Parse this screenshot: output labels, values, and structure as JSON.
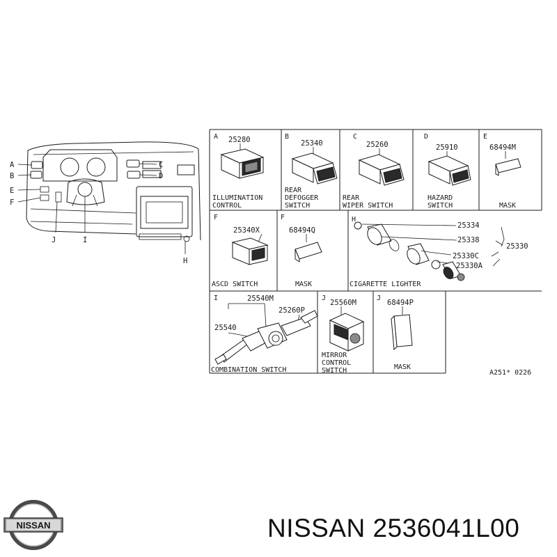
{
  "overview": {
    "callouts": [
      "A",
      "B",
      "C",
      "D",
      "E",
      "F",
      "J",
      "I",
      "H"
    ]
  },
  "cells": {
    "a": {
      "letter": "A",
      "part": "25280",
      "name_l1": "ILLUMINATION",
      "name_l2": "CONTROL"
    },
    "b": {
      "letter": "B",
      "part": "25340",
      "name_l1": "REAR",
      "name_l2": "DEFOGGER",
      "name_l3": "SWITCH"
    },
    "c": {
      "letter": "C",
      "part": "25260",
      "name_l1": "REAR",
      "name_l2": "WIPER SWITCH"
    },
    "d": {
      "letter": "D",
      "part": "25910",
      "name_l1": "HAZARD",
      "name_l2": "SWITCH"
    },
    "e": {
      "letter": "E",
      "part": "68494M",
      "name_l1": "MASK"
    },
    "f1": {
      "letter": "F",
      "part": "25340X",
      "name_l1": "ASCD SWITCH"
    },
    "f2": {
      "letter": "F",
      "part": "68494Q",
      "name_l1": "MASK"
    },
    "h": {
      "letter": "H",
      "parts": [
        "25334",
        "25338",
        "25330",
        "25330C",
        "25330A"
      ],
      "name_l1": "CIGARETTE LIGHTER"
    },
    "i": {
      "letter": "I",
      "parts": [
        "25540M",
        "25260P",
        "25540"
      ],
      "name_l1": "COMBINATION SWITCH"
    },
    "j1": {
      "letter": "J",
      "part": "25560M",
      "name_l1": "MIRROR",
      "name_l2": "CONTROL",
      "name_l3": "SWITCH"
    },
    "j2": {
      "letter": "J",
      "part": "68494P",
      "name_l1": "MASK"
    }
  },
  "diagram_code": "A251* 0226",
  "footer": {
    "brand_logo": "NISSAN",
    "title": "NISSAN 2536041L00"
  }
}
